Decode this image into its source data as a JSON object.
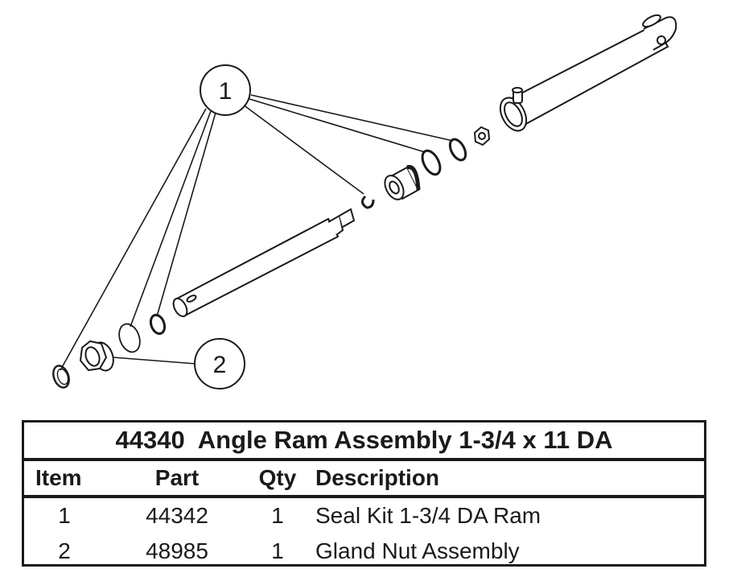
{
  "diagram": {
    "callouts": [
      {
        "label": "1",
        "refers_to": "Seal Kit 1-3/4 DA Ram"
      },
      {
        "label": "2",
        "refers_to": "Gland Nut Assembly"
      }
    ]
  },
  "table": {
    "title": "44340  Angle Ram Assembly 1-3/4 x 11 DA",
    "columns": [
      "Item",
      "Part",
      "Qty",
      "Description"
    ],
    "rows": [
      {
        "item": "1",
        "part": "44342",
        "qty": "1",
        "description": "Seal Kit 1-3/4 DA Ram"
      },
      {
        "item": "2",
        "part": "48985",
        "qty": "1",
        "description": "Gland Nut Assembly"
      }
    ]
  }
}
